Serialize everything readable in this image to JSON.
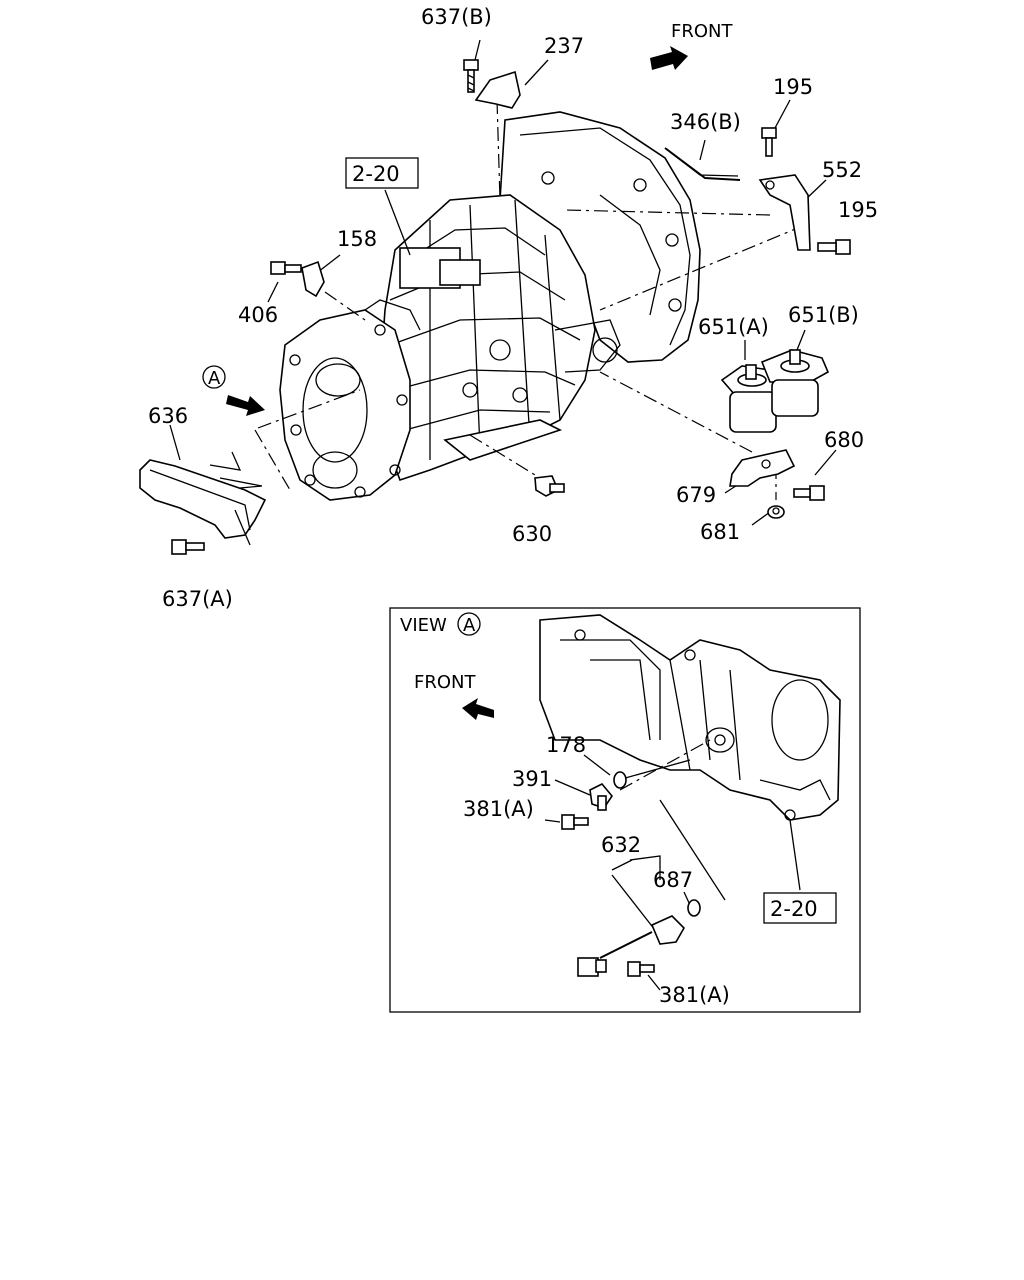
{
  "front_main": "FRONT",
  "front_view": "FRONT",
  "view_label": "VIEW",
  "view_marker": "A",
  "marker_a": "A",
  "ref_main": "2-20",
  "ref_view": "2-20",
  "parts": {
    "p637b": "637(B)",
    "p237": "237",
    "p195_top": "195",
    "p346b": "346(B)",
    "p552": "552",
    "p195_right": "195",
    "p158": "158",
    "p406": "406",
    "p651a": "651(A)",
    "p651b": "651(B)",
    "p636": "636",
    "p680": "680",
    "p679": "679",
    "p630": "630",
    "p681": "681",
    "p637a": "637(A)",
    "p178": "178",
    "p391": "391",
    "p381a_1": "381(A)",
    "p632": "632",
    "p687": "687",
    "p381a_2": "381(A)"
  }
}
